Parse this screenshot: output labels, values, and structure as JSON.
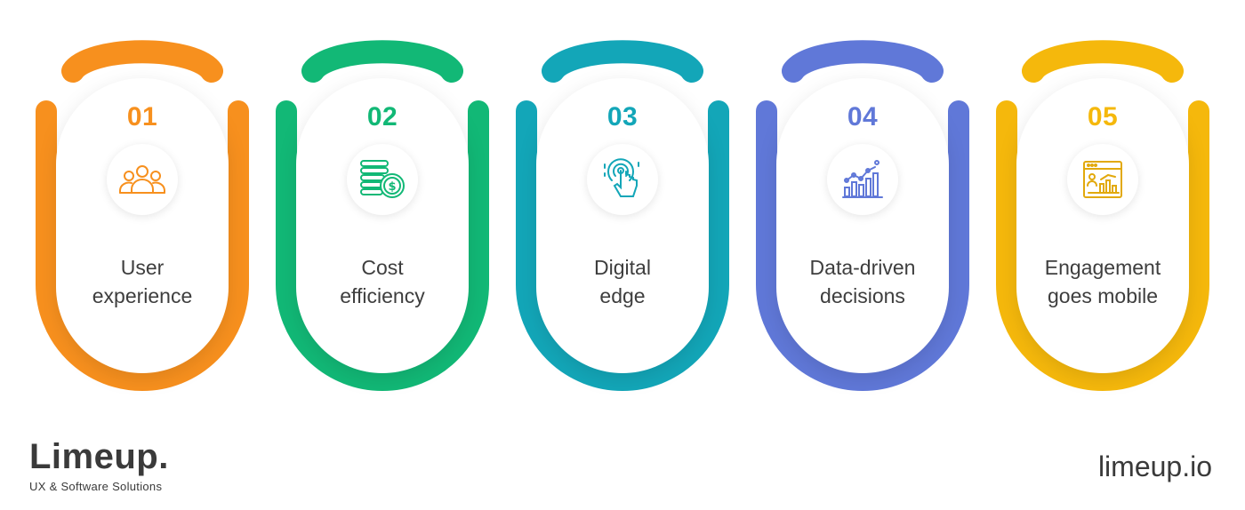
{
  "steps": [
    {
      "number": "01",
      "label_line1": "User",
      "label_line2": "experience",
      "color": "#F7901E",
      "icon": "users-group-icon"
    },
    {
      "number": "02",
      "label_line1": "Cost",
      "label_line2": "efficiency",
      "color": "#12B876",
      "icon": "coins-dollar-icon"
    },
    {
      "number": "03",
      "label_line1": "Digital",
      "label_line2": "edge",
      "color": "#13A6B8",
      "icon": "touch-tap-icon"
    },
    {
      "number": "04",
      "label_line1": "Data-driven",
      "label_line2": "decisions",
      "color": "#6078D8",
      "icon": "growth-chart-icon"
    },
    {
      "number": "05",
      "label_line1": "Engagement",
      "label_line2": "goes mobile",
      "color": "#F5B80C",
      "icon": "analytics-screen-icon"
    }
  ],
  "brand": {
    "name": "Limeup.",
    "tagline": "UX & Software Solutions"
  },
  "website": "limeup.io"
}
